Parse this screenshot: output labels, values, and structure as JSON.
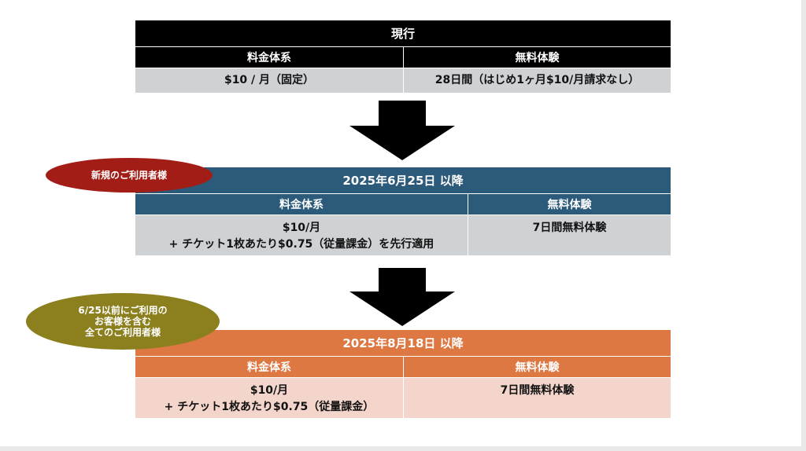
{
  "current": {
    "title": "現行",
    "headers": [
      "料金体系",
      "無料体験"
    ],
    "price": "$10 / 月（固定）",
    "trial": "28日間（はじめ1ヶ月$10/月請求なし）"
  },
  "new_users": {
    "badge": "新規のご利用者様",
    "title": "2025年6月25日 以降",
    "headers": [
      "料金体系",
      "無料体験"
    ],
    "price_line1": "$10/月",
    "price_line2": "+ チケット1枚あたり$0.75（従量課金）を先行適用",
    "trial": "7日間無料体験"
  },
  "all_users": {
    "badge_line1": "6/25以前にご利用の",
    "badge_line2": "お客様を含む",
    "badge_line3": "全てのご利用者様",
    "title": "2025年8月18日 以降",
    "headers": [
      "料金体系",
      "無料体験"
    ],
    "price_line1": "$10/月",
    "price_line2": "+ チケット1枚あたり$0.75（従量課金）",
    "trial": "7日間無料体験"
  },
  "colors": {
    "current": "#000000",
    "new_users": "#2b5a7a",
    "all_users": "#de7843",
    "badge_new": "#a31d17",
    "badge_all": "#8c7f1e"
  }
}
